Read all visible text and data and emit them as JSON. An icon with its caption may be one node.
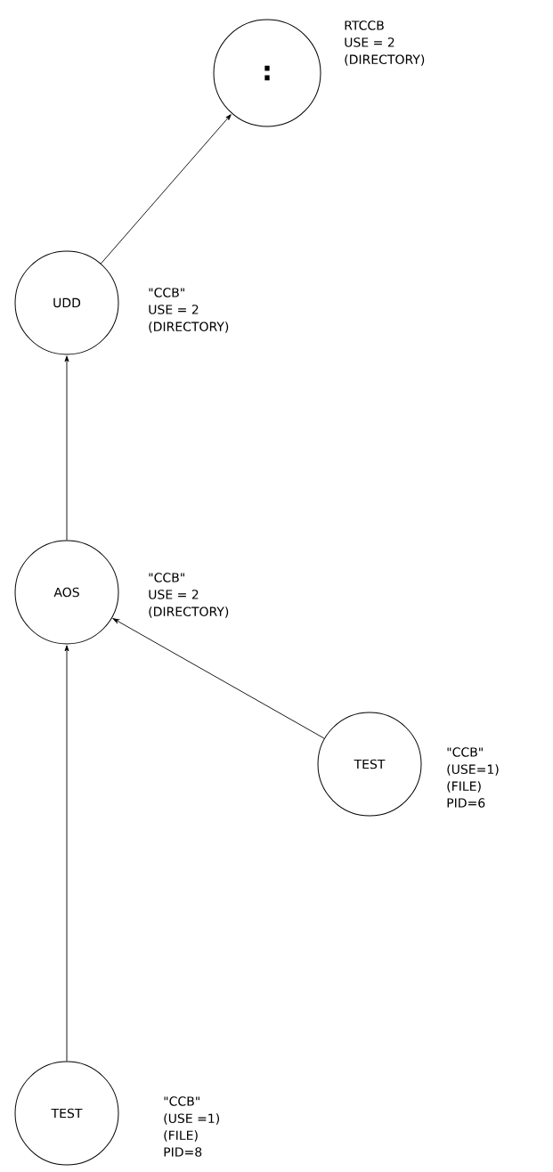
{
  "diagram": {
    "nodes": [
      {
        "text": [
          ":"
        ],
        "beside": [
          "RTCCB",
          "USE = 2",
          "(DIRECTORY)"
        ]
      },
      {
        "text": [
          "UDD"
        ],
        "beside": [
          "\"CCB\"",
          "USE = 2",
          "(DIRECTORY)"
        ]
      },
      {
        "text": [
          "AOS"
        ],
        "beside": [
          "\"CCB\"",
          "USE = 2",
          "(DIRECTORY)"
        ]
      },
      {
        "text": [
          "TEST"
        ],
        "beside": [
          "\"CCB\"",
          "(USE=1)",
          "(FILE)",
          "PID=6"
        ]
      },
      {
        "text": [
          "TEST"
        ],
        "beside": [
          "\"CCB\"",
          "(USE =1)",
          "(FILE)",
          "PID=8"
        ]
      }
    ],
    "edges": [
      {
        "from": 1,
        "to": 0,
        "arrow": "to"
      },
      {
        "from": 2,
        "to": 1,
        "arrow": "to"
      },
      {
        "from": 3,
        "to": 2,
        "arrow": "to"
      },
      {
        "from": 4,
        "to": 2,
        "arrow": "to"
      }
    ]
  }
}
